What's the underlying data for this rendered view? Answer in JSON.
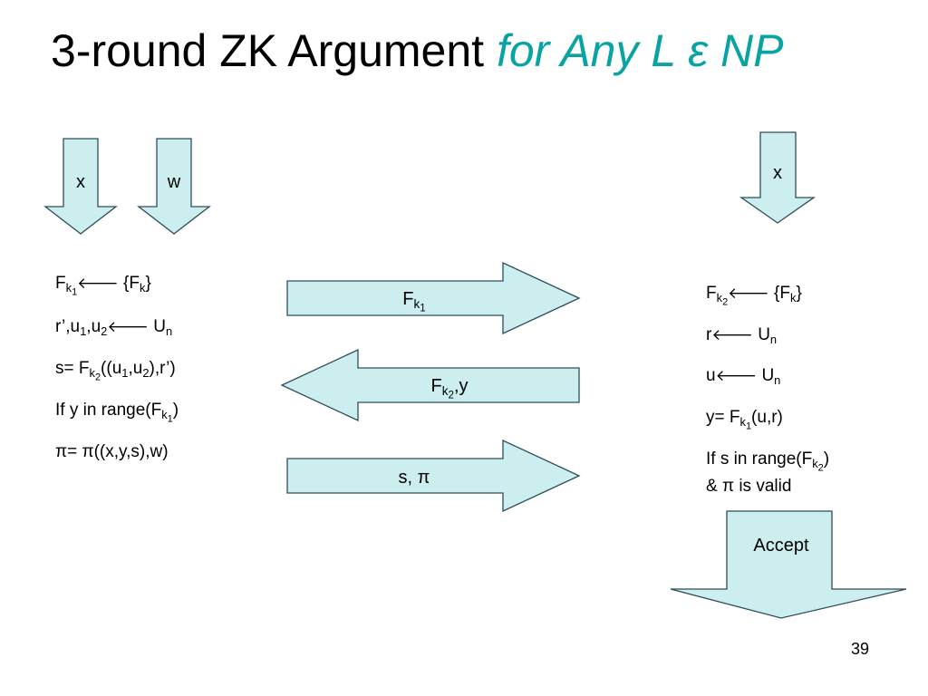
{
  "title": {
    "main": "3-round ZK Argument",
    "accent": "for Any L ε NP",
    "accent_color": "#0aa3a3"
  },
  "colors": {
    "shape_fill": "#cdeeee",
    "shape_stroke": "#2e4d5c"
  },
  "prover": {
    "inputs": [
      "x",
      "w"
    ],
    "steps": {
      "s1": {
        "a": "F",
        "b": "k",
        "c": "1",
        "arrow": "🡐",
        "d": " {F",
        "e": "k",
        "f": "}"
      },
      "s2": {
        "a": "r’,u",
        "b": "1",
        "c": ",u",
        "d": "2",
        "arrow": "🡐",
        "e": " U",
        "f": "n"
      },
      "s3": {
        "a": "s= F",
        "b": "k",
        "c": "2",
        "d": "((u",
        "e": "1",
        "f": ",u",
        "g": "2",
        "h": "),r’)"
      },
      "s4": {
        "a": "If y in range(F",
        "b": "k",
        "c": "1",
        "d": ")"
      },
      "s5": {
        "a": "π= π((x,y,s),w)"
      }
    }
  },
  "verifier": {
    "input": "x",
    "steps": {
      "s1": {
        "a": "F",
        "b": "k",
        "c": "2",
        "arrow": "🡐",
        "d": " {F",
        "e": "k",
        "f": "}"
      },
      "s2": {
        "a": "r",
        "arrow": "🡐",
        "b": " U",
        "c": "n"
      },
      "s3": {
        "a": "u",
        "arrow": "🡐",
        "b": " U",
        "c": "n"
      },
      "s4": {
        "a": "y= F",
        "b": "k",
        "c": "1",
        "d": "(u,r)"
      },
      "s5": {
        "a": "If s in range(F",
        "b": "k",
        "c": "2",
        "d": ")"
      },
      "s6": {
        "a": "& π is valid"
      }
    },
    "output": "Accept"
  },
  "messages": {
    "m1": {
      "a": "F",
      "b": "k",
      "c": "1"
    },
    "m2": {
      "a": "F",
      "b": "k",
      "c": "2",
      "d": ",y"
    },
    "m3": {
      "a": "s, π"
    }
  },
  "page_number": "39"
}
